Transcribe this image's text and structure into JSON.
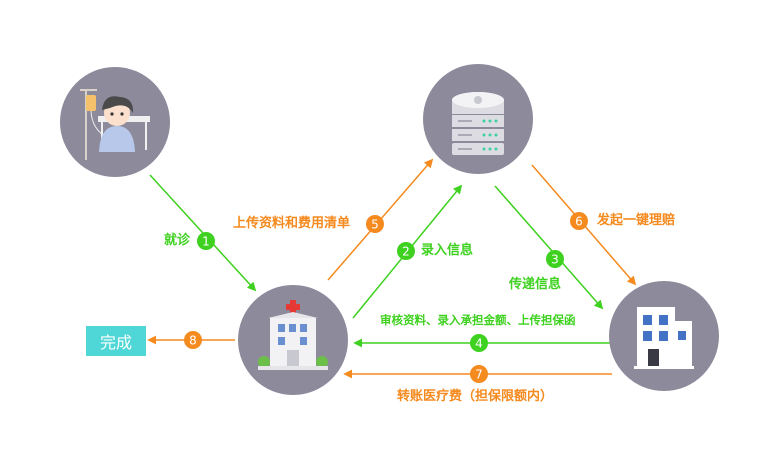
{
  "colors": {
    "green": "#3ed11f",
    "orange": "#f58a1e",
    "node_bg": "#8d8a9c",
    "done_bg": "#4fd6d6"
  },
  "nodes": {
    "patient": "patient-icon",
    "hospital": "hospital-icon",
    "server": "server-icon",
    "insurer": "insurance-building-icon"
  },
  "steps": [
    {
      "num": "1",
      "label": "就诊"
    },
    {
      "num": "2",
      "label": "录入信息"
    },
    {
      "num": "3",
      "label": "传递信息"
    },
    {
      "num": "4",
      "label": "审核资料、录入承担金额、上传担保函"
    },
    {
      "num": "5",
      "label": "上传资料和费用清单"
    },
    {
      "num": "6",
      "label": "发起一键理赔"
    },
    {
      "num": "7",
      "label": "转账医疗费（担保限额内）"
    },
    {
      "num": "8",
      "label": ""
    }
  ],
  "done_label": "完成"
}
